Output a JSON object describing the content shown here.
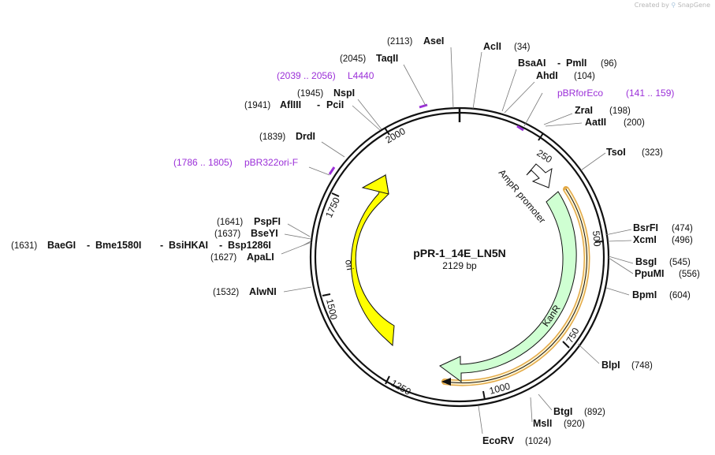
{
  "credit": {
    "text": "Created by",
    "brand": "SnapGene"
  },
  "plasmid": {
    "name": "pPR-1_14E_LN5N",
    "length_label": "2129 bp"
  },
  "features": {
    "ori": "ori",
    "kanr": "KanR",
    "ampr_promoter": "AmpR promoter"
  },
  "ruler": [
    "250",
    "500",
    "750",
    "1000",
    "1250",
    "1500",
    "1750",
    "2000"
  ],
  "primers": [
    {
      "name": "L4440",
      "range": "(2039 .. 2056)"
    },
    {
      "name": "pBRforEco",
      "range": "(141 .. 159)"
    },
    {
      "name": "pBR322ori-F",
      "range": "(1786 .. 1805)"
    }
  ],
  "sites": {
    "asei": {
      "name": "AseI",
      "pos": "(2113)"
    },
    "acli": {
      "name": "AclI",
      "pos": "(34)"
    },
    "taqii": {
      "name": "TaqII",
      "pos": "(2045)"
    },
    "bsaai": {
      "name": "BsaAI",
      "sep": "-",
      "name2": "PmlI",
      "pos": "(96)"
    },
    "ahdi": {
      "name": "AhdI",
      "pos": "(104)"
    },
    "nspi": {
      "name": "NspI",
      "pos": "(1945)"
    },
    "afliii": {
      "name": "AflIII",
      "sep": "-",
      "name2": "PciI",
      "pos": "(1941)"
    },
    "zrai": {
      "name": "ZraI",
      "pos": "(198)"
    },
    "aatii": {
      "name": "AatII",
      "pos": "(200)"
    },
    "drdi": {
      "name": "DrdI",
      "pos": "(1839)"
    },
    "tsoi": {
      "name": "TsoI",
      "pos": "(323)"
    },
    "pspfi": {
      "name": "PspFI",
      "pos": "(1641)"
    },
    "bseyi": {
      "name": "BseYI",
      "pos": "(1637)"
    },
    "baegi": {
      "name": "BaeGI",
      "sep1": "-",
      "name2": "Bme1580I",
      "sep2": "-",
      "name3": "BsiHKAI",
      "sep3": "-",
      "name4": "Bsp1286I",
      "pos": "(1631)"
    },
    "apali": {
      "name": "ApaLI",
      "pos": "(1627)"
    },
    "bsrfi": {
      "name": "BsrFI",
      "pos": "(474)"
    },
    "xcmi": {
      "name": "XcmI",
      "pos": "(496)"
    },
    "bsgi": {
      "name": "BsgI",
      "pos": "(545)"
    },
    "ppumi": {
      "name": "PpuMI",
      "pos": "(556)"
    },
    "alwni": {
      "name": "AlwNI",
      "pos": "(1532)"
    },
    "bpmi": {
      "name": "BpmI",
      "pos": "(604)"
    },
    "blpi": {
      "name": "BlpI",
      "pos": "(748)"
    },
    "btgi": {
      "name": "BtgI",
      "pos": "(892)"
    },
    "msli": {
      "name": "MslI",
      "pos": "(920)"
    },
    "ecorv": {
      "name": "EcoRV",
      "pos": "(1024)"
    }
  },
  "colors": {
    "ori": "#ffff00",
    "kanr": "#cfffd2",
    "primer": "#9b30d8",
    "kanr_outline": "#e0a032"
  }
}
